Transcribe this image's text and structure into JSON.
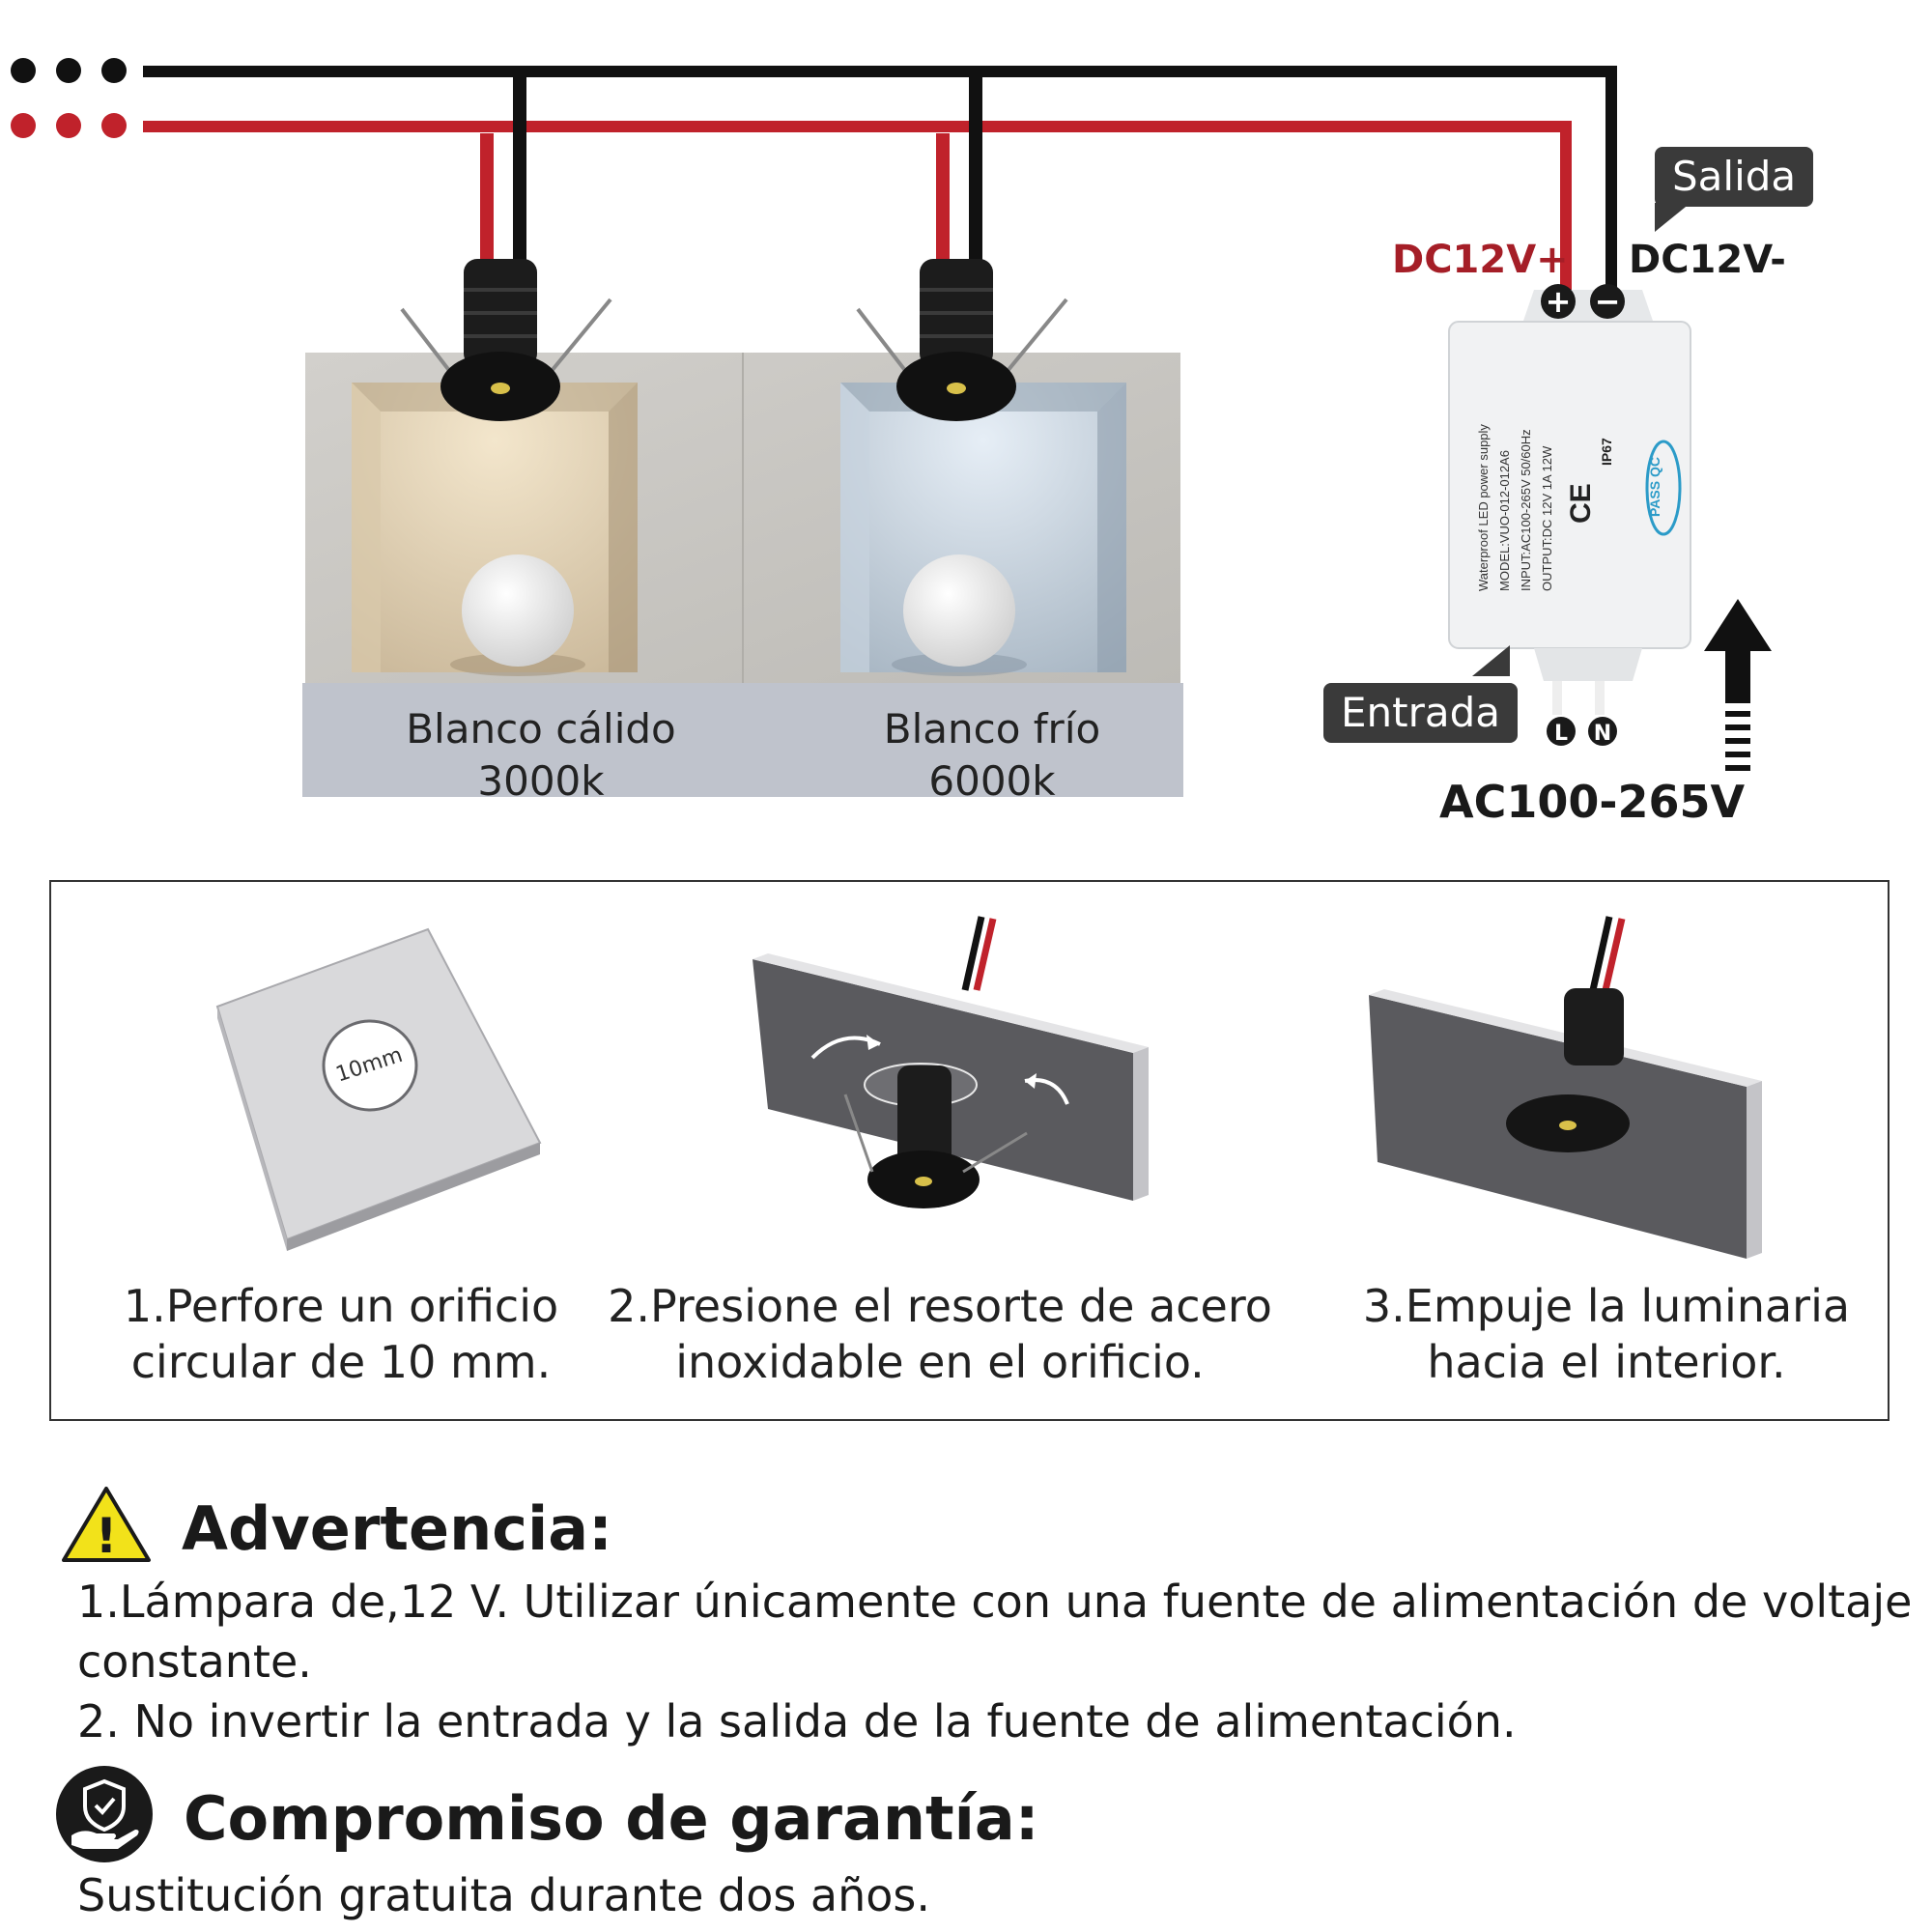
{
  "lamps": [
    {
      "name": "Blanco cálido",
      "temp": "3000k",
      "tint": "#e9dcc6"
    },
    {
      "name": "Blanco frío",
      "temp": "6000k",
      "tint": "#d4e1ec"
    }
  ],
  "driver": {
    "output_callout": "Salida",
    "input_callout": "Entrada",
    "positive_label": "DC12V+",
    "negative_label": "DC12V-",
    "ac_label": "AC100-265V",
    "live_terminal": "L",
    "neutral_terminal": "N",
    "plus_symbol": "+",
    "minus_symbol": "−",
    "label_lines": [
      "Waterproof LED power supply",
      "MODEL:VUO-012-012A6",
      "INPUT:AC100-265V  50/60Hz",
      "OUTPUT:DC 12V  1A  12W"
    ],
    "ip_rating": "IP67",
    "ce_mark": "CE",
    "pass_qc": "PASS QC"
  },
  "steps": [
    {
      "line1": "1.Perfore un orificio",
      "line2": "circular de 10 mm.",
      "hole_label": "10mm"
    },
    {
      "line1": "2.Presione el resorte de acero",
      "line2": "inoxidable en el orificio."
    },
    {
      "line1": "3.Empuje la luminaria",
      "line2": "hacia el interior."
    }
  ],
  "warning": {
    "title": "Advertencia:",
    "icon_glyph": "!",
    "line1": "1.Lámpara de,12 V. Utilizar únicamente con una fuente de alimentación de voltaje",
    "line2": "constante.",
    "line3": "2. No invertir la entrada y la salida de la fuente de alimentación."
  },
  "warranty": {
    "title": "Compromiso de garantía:",
    "line1": "Sustitución gratuita durante dos años."
  },
  "colors": {
    "red_wire": "#c0222b",
    "black_wire": "#111111",
    "panel": "#bfc3cc",
    "warning_yellow": "#f2e21a",
    "callout_bg": "#3a3a3a"
  }
}
